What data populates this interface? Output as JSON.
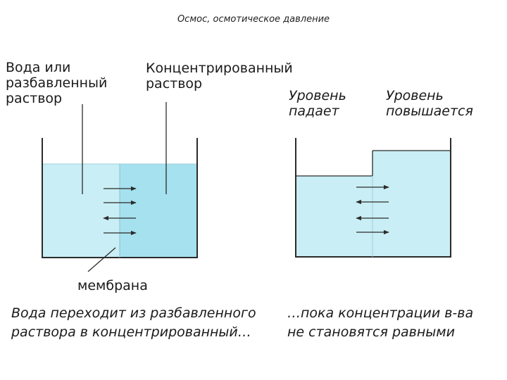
{
  "title": "Осмос, осмотическое давление",
  "labels": {
    "dilute_line1": "Вода или",
    "dilute_line2": "разбавленный",
    "dilute_line3": "раствор",
    "conc_line1": "Концентрированный",
    "conc_line2": "раствор",
    "falls_line1": "Уровень",
    "falls_line2": "падает",
    "rises_line1": "Уровень",
    "rises_line2": "повышается",
    "membrane": "мембрана"
  },
  "captions": {
    "left_line1": "Вода переходит из  разбавленного",
    "left_line2": "раствора в концентрированный…",
    "right_line1": "…пока концентрации в-ва",
    "right_line2": "не становятся равными"
  },
  "colors": {
    "dilute_water": "#c9eef5",
    "concentrated_water": "#a5e1ee",
    "beaker_line": "#2b2b2b"
  },
  "icons": [
    "arrow-right-icon",
    "arrow-left-icon"
  ]
}
